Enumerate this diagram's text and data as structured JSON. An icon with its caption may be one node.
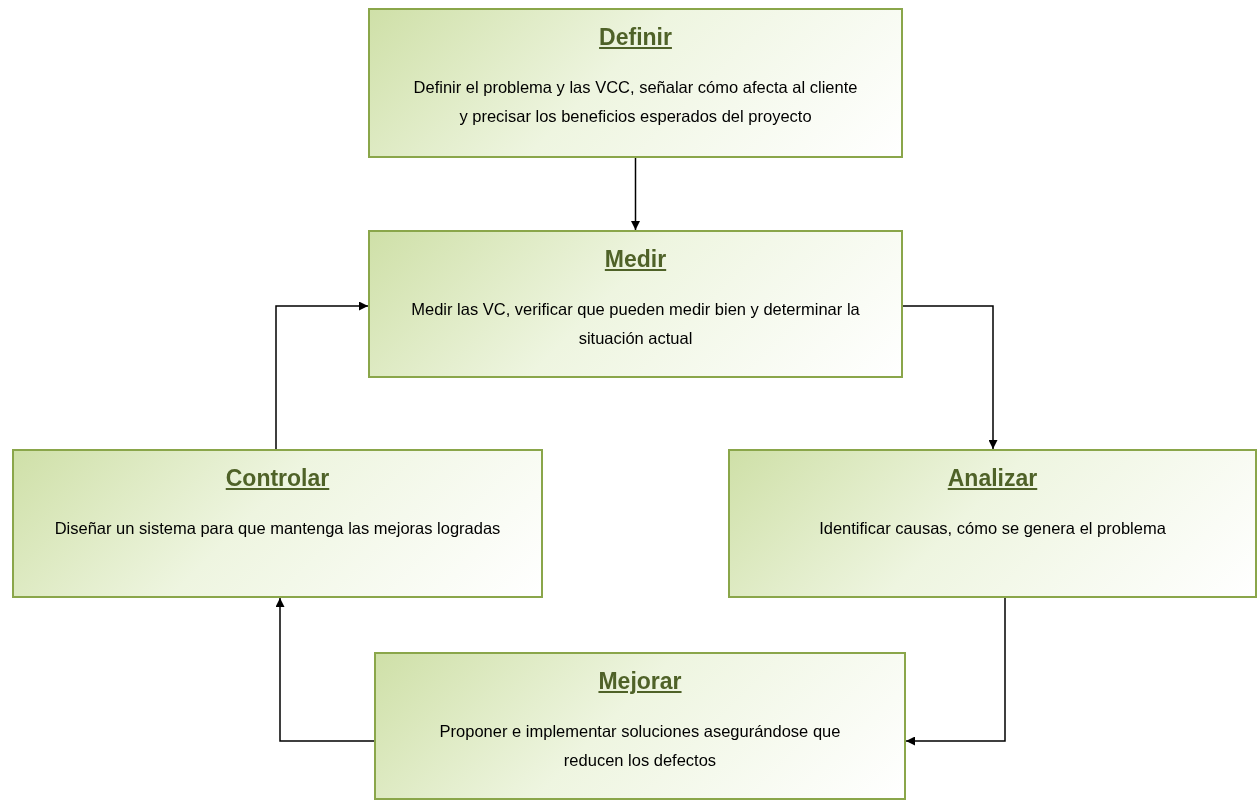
{
  "diagram": {
    "nodes": [
      {
        "text": [
          "Definir",
          "Definir el problema y las VCC, señalar cómo afecta al cliente y precisar los beneficios esperados del proyecto"
        ]
      },
      {
        "text": [
          "Medir",
          "Medir las VC, verificar que pueden medir bien y determinar la situación actual"
        ]
      },
      {
        "text": [
          "Controlar",
          "Diseñar un sistema para que mantenga las mejoras logradas"
        ]
      },
      {
        "text": [
          "Analizar",
          "Identificar causas, cómo se genera el problema"
        ]
      },
      {
        "text": [
          "Mejorar",
          "Proponer e implementar soluciones asegurándose que reducen los defectos"
        ]
      }
    ],
    "edges": [
      {
        "from": 0,
        "to": 1,
        "arrow": "to"
      },
      {
        "from": 1,
        "to": 3,
        "arrow": "to"
      },
      {
        "from": 3,
        "to": 4,
        "arrow": "to"
      },
      {
        "from": 4,
        "to": 2,
        "arrow": "to"
      },
      {
        "from": 2,
        "to": 1,
        "arrow": "to"
      }
    ]
  }
}
